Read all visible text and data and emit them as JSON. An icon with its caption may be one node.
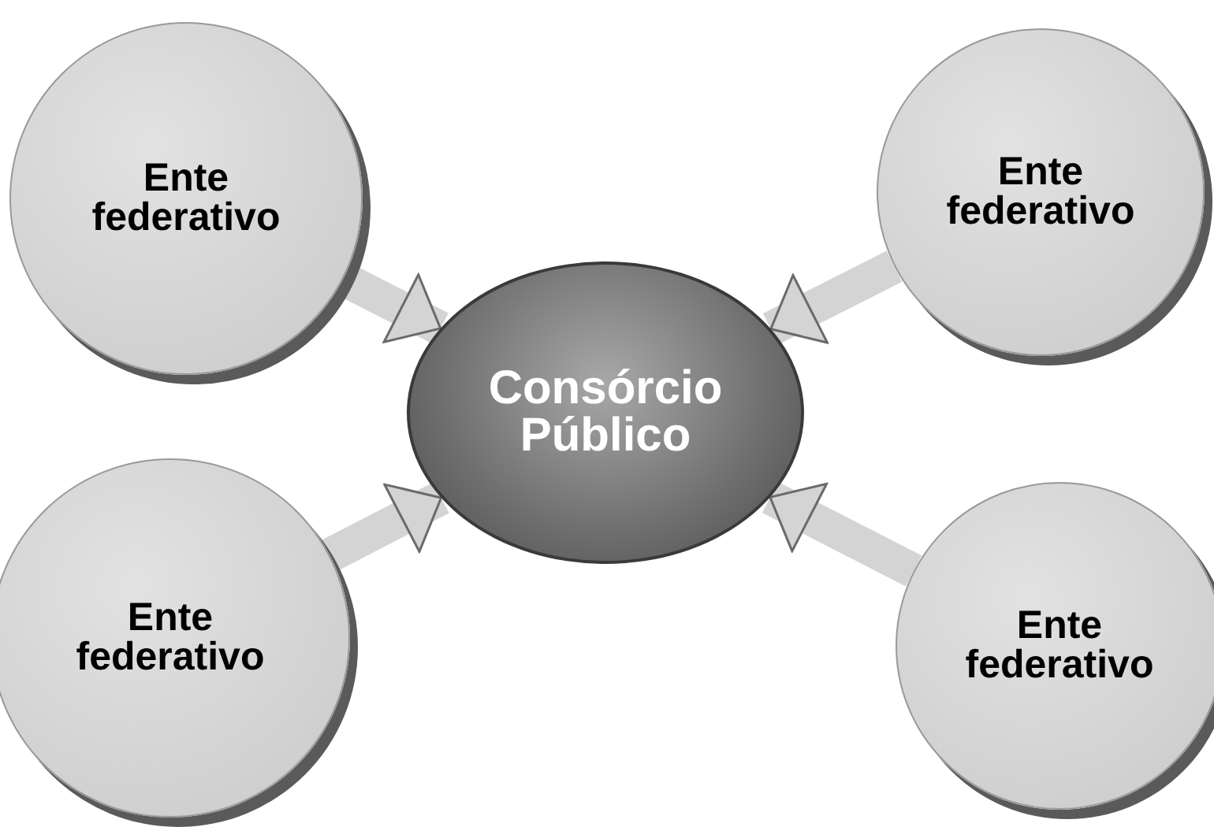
{
  "diagram": {
    "nodes": [
      {
        "text": [
          "Ente federativo"
        ]
      },
      {
        "text": [
          "Ente federativo"
        ]
      },
      {
        "text": [
          "Consórcio Público"
        ]
      },
      {
        "text": [
          "Ente federativo"
        ]
      },
      {
        "text": [
          "Ente federativo"
        ]
      }
    ],
    "edges": [
      {
        "from": 0,
        "to": 2,
        "arrow": "to"
      },
      {
        "from": 1,
        "to": 2,
        "arrow": "to"
      },
      {
        "from": 3,
        "to": 2,
        "arrow": "to"
      },
      {
        "from": 4,
        "to": 2,
        "arrow": "to"
      }
    ]
  }
}
